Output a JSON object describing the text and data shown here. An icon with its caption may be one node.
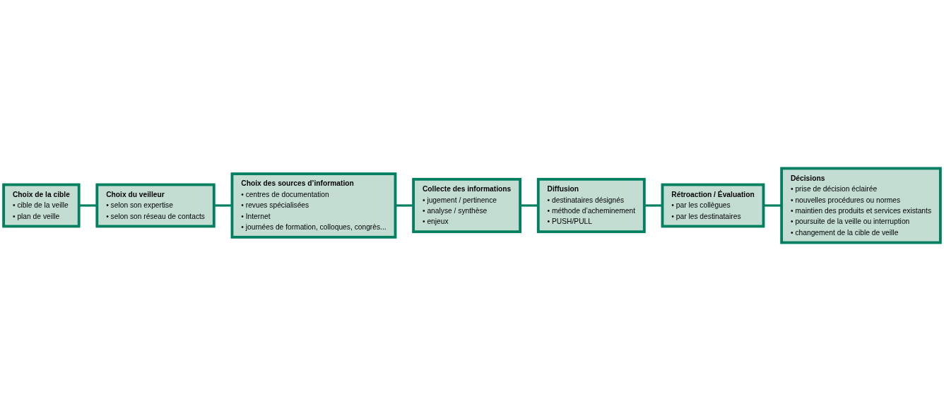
{
  "diagram": {
    "nodes": [
      {
        "text": [
          "Choix de la cible",
          "• cible de la veille",
          "• plan de veille"
        ]
      },
      {
        "text": [
          "Choix du veilleur",
          "• selon son expertise",
          "• selon son réseau de contacts"
        ]
      },
      {
        "text": [
          "Choix des sources d’information",
          "• centres de documentation",
          "• revues spécialisées",
          "• Internet",
          "• journées de formation, colloques, congrès..."
        ]
      },
      {
        "text": [
          "Collecte des informations",
          "• jugement / pertinence",
          "• analyse / synthèse",
          "• enjeux"
        ]
      },
      {
        "text": [
          "Diffusion",
          "• destinataires désignés",
          "• méthode d’acheminement",
          "• PUSH/PULL"
        ]
      },
      {
        "text": [
          "Rétroaction / Évaluation",
          "• par les collègues",
          "• par les destinataires"
        ]
      },
      {
        "text": [
          "Décisions",
          "• prise de décision éclairée",
          "• nouvelles procédures ou normes",
          "• maintien des produits et services existants",
          "• poursuite de la veille ou interruption",
          "• changement de la cible de veille"
        ]
      }
    ],
    "edges": [
      {
        "from": 0,
        "to": 1,
        "arrow": "none"
      },
      {
        "from": 1,
        "to": 2,
        "arrow": "none"
      },
      {
        "from": 2,
        "to": 3,
        "arrow": "none"
      },
      {
        "from": 3,
        "to": 4,
        "arrow": "none"
      },
      {
        "from": 4,
        "to": 5,
        "arrow": "none"
      },
      {
        "from": 5,
        "to": 6,
        "arrow": "none"
      }
    ]
  }
}
